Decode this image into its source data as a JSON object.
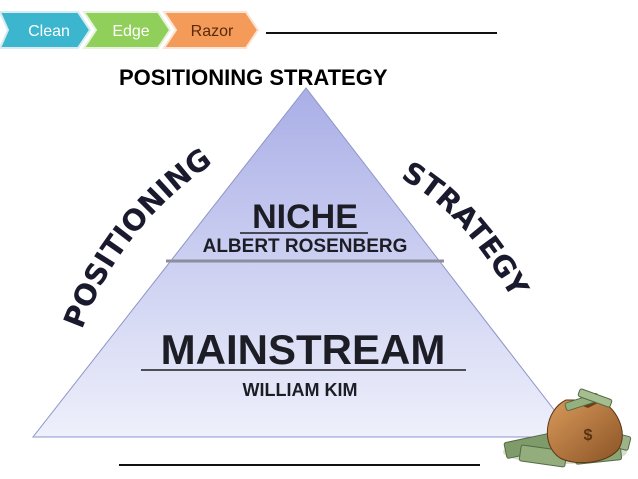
{
  "tabs": [
    {
      "label": "Clean",
      "color": "#3bb6ce"
    },
    {
      "label": "Edge",
      "color": "#8fcf5a"
    },
    {
      "label": "Razor",
      "color": "#f49b5a"
    }
  ],
  "page_title": "POSITIONING STRATEGY",
  "pyramid": {
    "top_tier": {
      "title": "NICHE",
      "subtitle": "ALBERT ROSENBERG"
    },
    "bottom_tier": {
      "title": "MAINSTREAM",
      "subtitle": "WILLIAM KIM"
    },
    "left_side_label": "POSITIONING",
    "right_side_label": "STRATEGY"
  },
  "colors": {
    "pyramid_top": "#a9aee6",
    "pyramid_bottom": "#eef0fb",
    "arc_text_fill": "#1a1a2e",
    "arc_text_stroke": "#ffffff"
  },
  "icons": {
    "decoration": "money-bag-icon"
  }
}
